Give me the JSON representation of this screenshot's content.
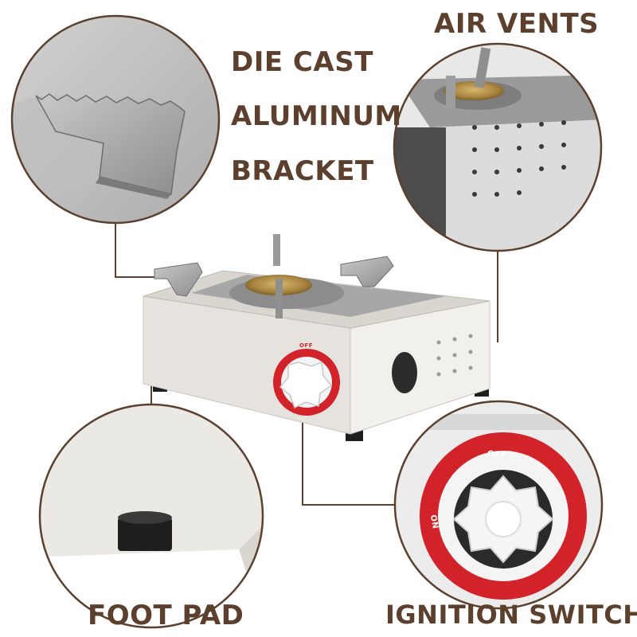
{
  "labels": {
    "die_cast_line1": "DIE CAST",
    "die_cast_line2": "ALUMINUM",
    "die_cast_line3": "BRACKET",
    "air_vents": "AIR VENTS",
    "foot_pad": "FOOT PAD",
    "ignition_switch": "IGNITION SWITCH"
  },
  "knob": {
    "off": "OFF",
    "on": "ON"
  },
  "colors": {
    "label_text": "#5c3f2c",
    "callout_line": "#5c3f2c",
    "stove_body": "#eceae6",
    "knob_ring": "#d2232a",
    "burner_brass": "#b08a45",
    "foot": "#1e1e1e"
  }
}
